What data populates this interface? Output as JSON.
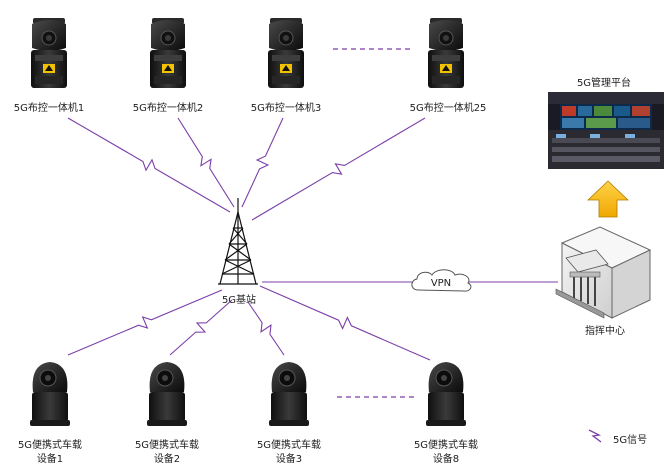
{
  "top_devices": [
    {
      "label": "5G布控一体机1"
    },
    {
      "label": "5G布控一体机2"
    },
    {
      "label": "5G布控一体机3"
    },
    {
      "label": "5G布控一体机25"
    }
  ],
  "bottom_devices": [
    {
      "line1": "5G便携式车载",
      "line2": "设备1"
    },
    {
      "line1": "5G便携式车载",
      "line2": "设备2"
    },
    {
      "line1": "5G便携式车载",
      "line2": "设备3"
    },
    {
      "line1": "5G便携式车载",
      "line2": "设备8"
    }
  ],
  "base_station": {
    "label": "5G基站"
  },
  "vpn": {
    "label": "VPN"
  },
  "platform": {
    "label": "5G管理平台"
  },
  "command_center": {
    "label": "指挥中心"
  },
  "legend": {
    "label": "5G信号"
  },
  "colors": {
    "signal": "#7b3fa8",
    "arrow_fill": "#f7b500",
    "camera": "#1c1c1c",
    "warning": "#f2c200"
  }
}
